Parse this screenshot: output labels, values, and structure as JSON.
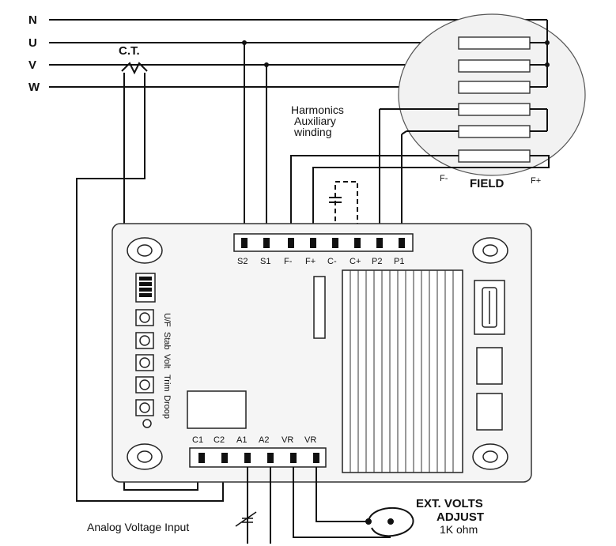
{
  "phases": [
    "N",
    "U",
    "V",
    "W"
  ],
  "ct_label": "C.T.",
  "harmonics": {
    "line1": "Harmonics",
    "line2": "Auxiliary",
    "line3": "winding"
  },
  "field": {
    "label": "FIELD",
    "minus": "F-",
    "plus": "F+"
  },
  "top_terminals": [
    "S2",
    "S1",
    "F-",
    "F+",
    "C-",
    "C+",
    "P2",
    "P1"
  ],
  "trimmers": [
    "U/F",
    "Stab",
    "Volt",
    "Trim",
    "Droop"
  ],
  "bottom_terminals": [
    "C1",
    "C2",
    "A1",
    "A2",
    "VR",
    "VR"
  ],
  "analog_label": "Analog Voltage Input",
  "ext_adjust": {
    "line1": "EXT. VOLTS",
    "line2": "ADJUST",
    "line3": "1K ohm"
  }
}
